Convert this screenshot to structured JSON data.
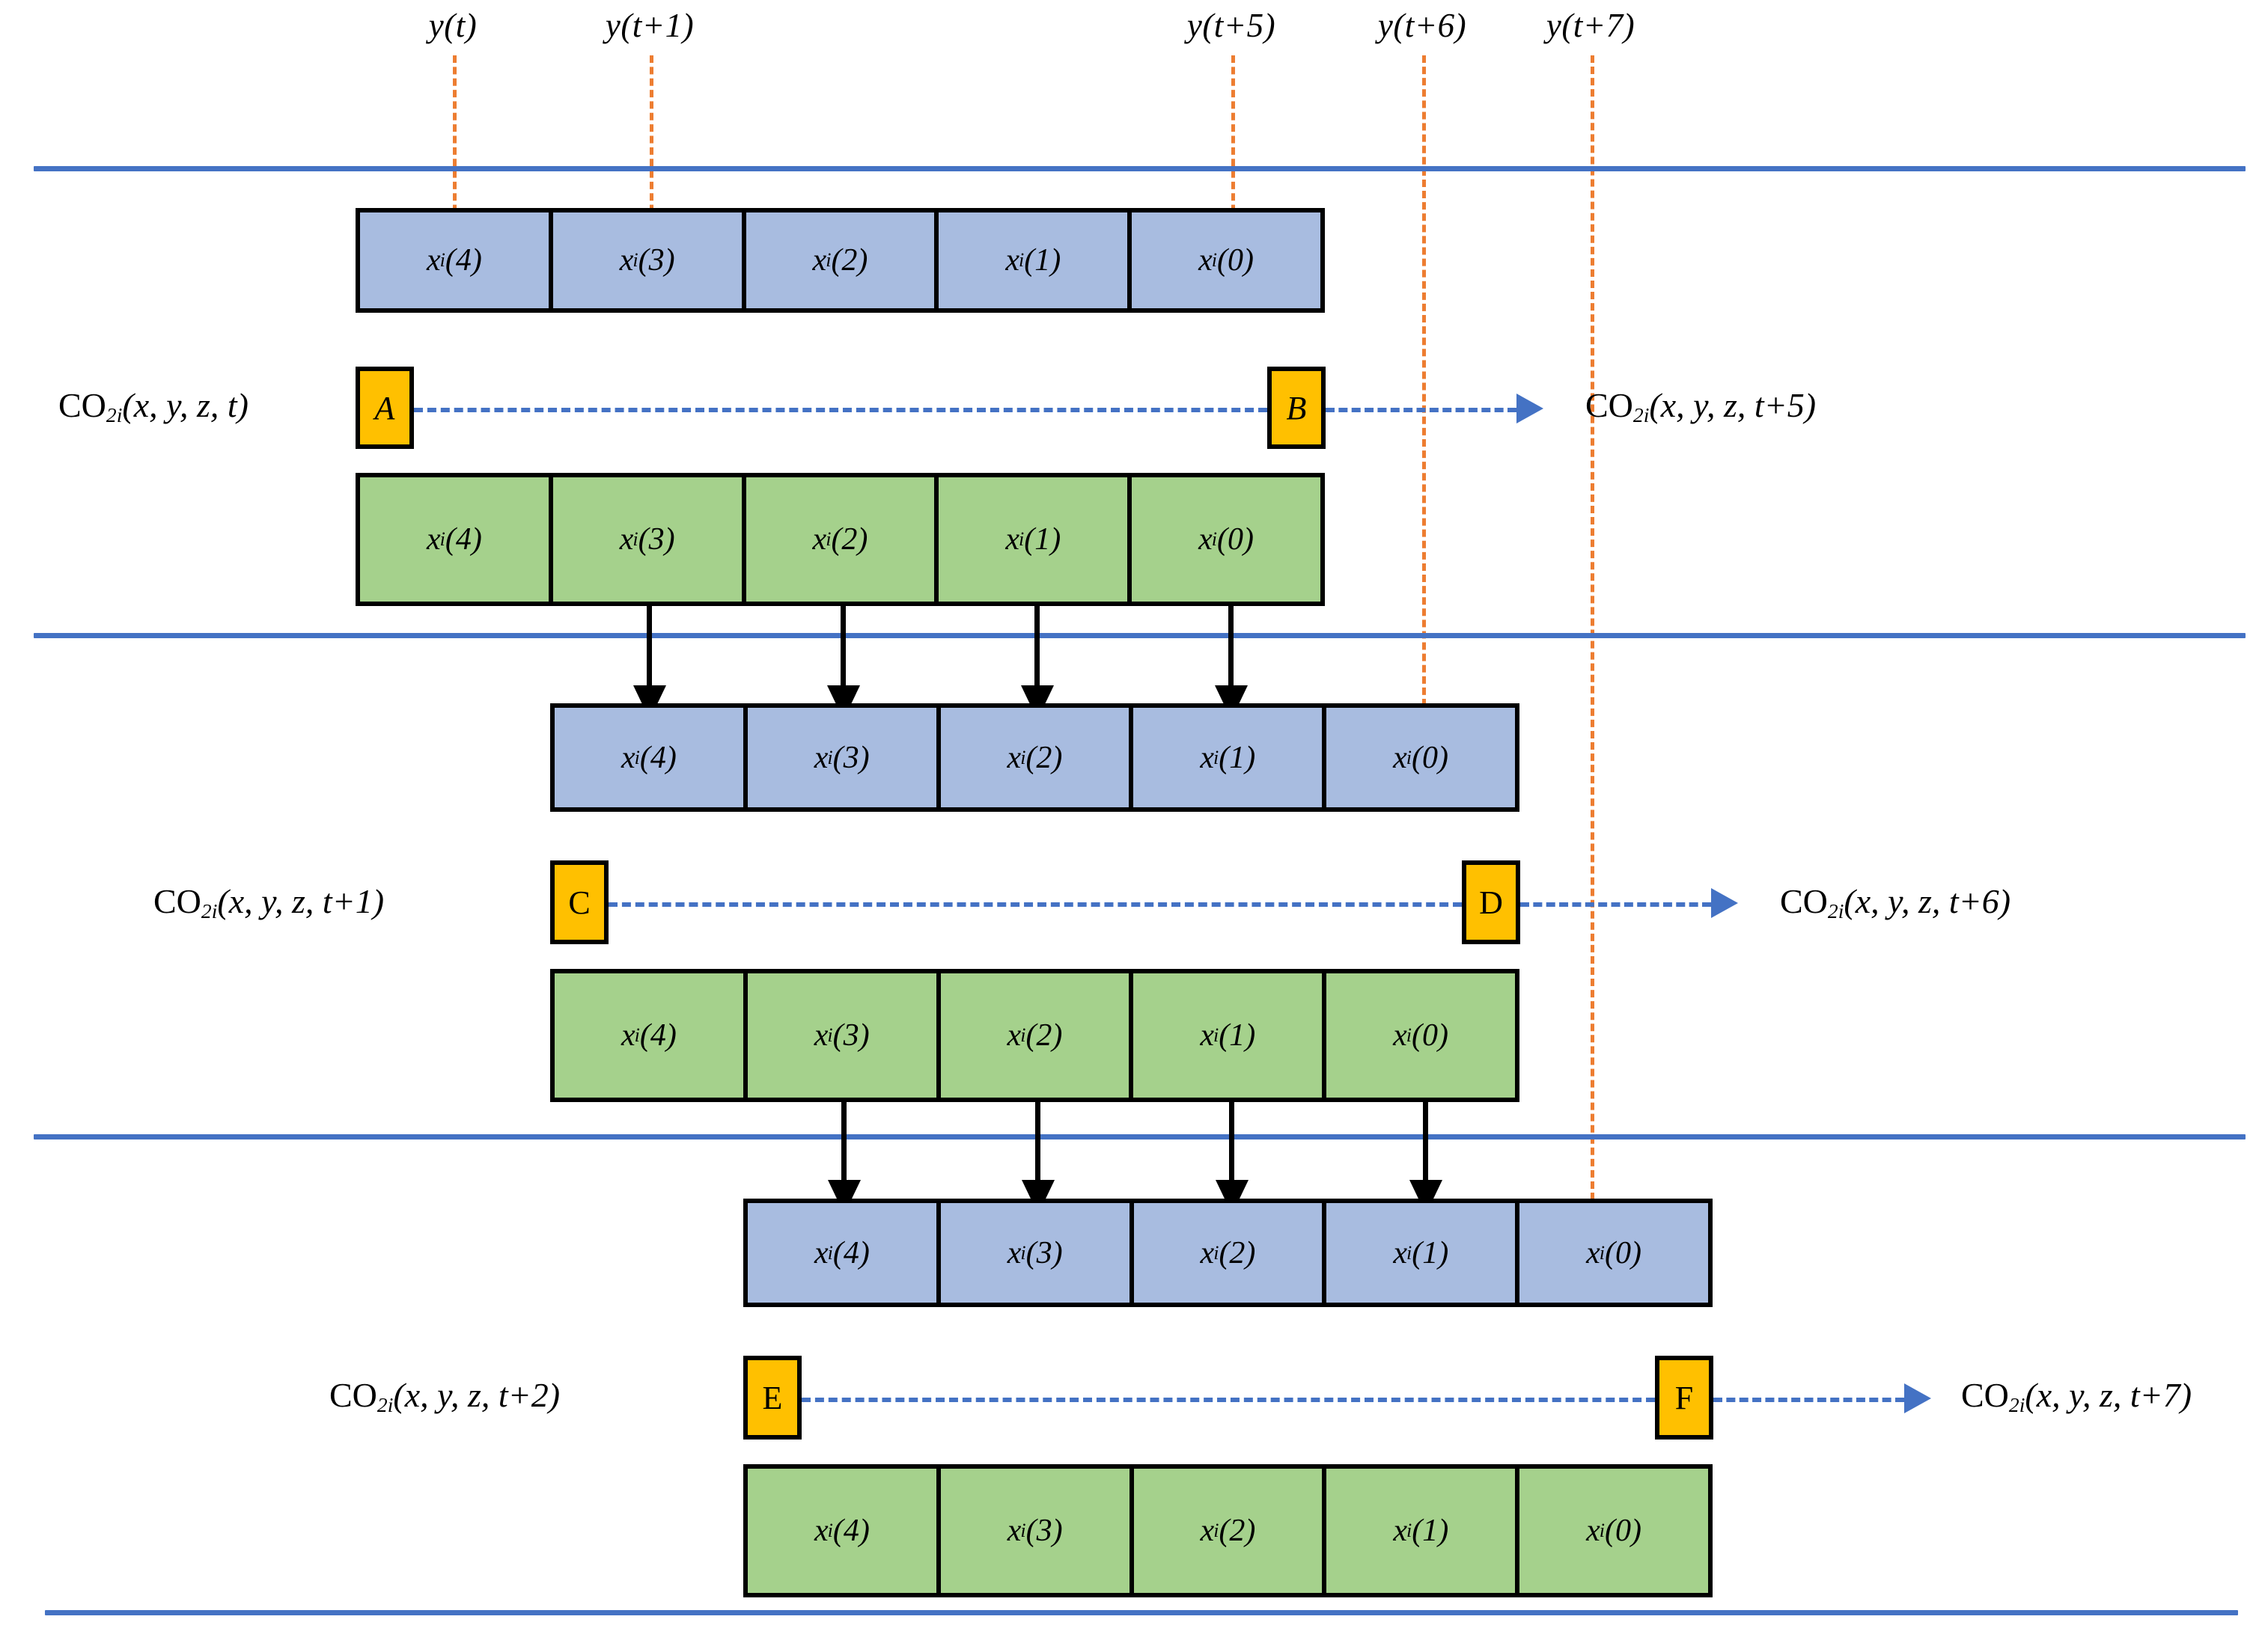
{
  "figure": {
    "kind": "sliding-window-time-series-diagram",
    "colors": {
      "blue_cell": "#A8BCE0",
      "green_cell": "#A5D18C",
      "marker": "#FFC000",
      "rule": "#4472C4",
      "timing_line": "#ED7D31",
      "outline": "#000000"
    }
  },
  "timing_labels": [
    {
      "id": "y-t",
      "text": "y(t)"
    },
    {
      "id": "y-t1",
      "text": "y(t+1)"
    },
    {
      "id": "y-t5",
      "text": "y(t+5)"
    },
    {
      "id": "y-t6",
      "text": "y(t+6)"
    },
    {
      "id": "y-t7",
      "text": "y(t+7)"
    }
  ],
  "cell_labels": {
    "base": "x",
    "subscript": "i",
    "indices": [
      "(4)",
      "(3)",
      "(2)",
      "(1)",
      "(0)"
    ]
  },
  "blocks": [
    {
      "id": "block-1",
      "input_caption": {
        "head": "CO",
        "sub": "2i",
        "args": "(x, y, z, t)"
      },
      "output_caption": {
        "head": "CO",
        "sub": "2i",
        "args": "(x, y, z, t+5)"
      },
      "marker_left": "A",
      "marker_right": "B",
      "marker_italic": true,
      "blue_cells": [
        "x_i(4)",
        "x_i(3)",
        "x_i(2)",
        "x_i(1)",
        "x_i(0)"
      ],
      "green_cells": [
        "x_i(4)",
        "x_i(3)",
        "x_i(2)",
        "x_i(1)",
        "x_i(0)"
      ]
    },
    {
      "id": "block-2",
      "input_caption": {
        "head": "CO",
        "sub": "2i",
        "args": "(x, y, z, t+1)"
      },
      "output_caption": {
        "head": "CO",
        "sub": "2i",
        "args": "(x, y, z, t+6)"
      },
      "marker_left": "C",
      "marker_right": "D",
      "marker_italic": false,
      "blue_cells": [
        "x_i(4)",
        "x_i(3)",
        "x_i(2)",
        "x_i(1)",
        "x_i(0)"
      ],
      "green_cells": [
        "x_i(4)",
        "x_i(3)",
        "x_i(2)",
        "x_i(1)",
        "x_i(0)"
      ]
    },
    {
      "id": "block-3",
      "input_caption": {
        "head": "CO",
        "sub": "2i",
        "args": "(x, y, z, t+2)"
      },
      "output_caption": {
        "head": "CO",
        "sub": "2i",
        "args": "(x, y, z, t+7)"
      },
      "marker_left": "E",
      "marker_right": "F",
      "marker_italic": false,
      "blue_cells": [
        "x_i(4)",
        "x_i(3)",
        "x_i(2)",
        "x_i(1)",
        "x_i(0)"
      ],
      "green_cells": [
        "x_i(4)",
        "x_i(3)",
        "x_i(2)",
        "x_i(1)",
        "x_i(0)"
      ]
    }
  ]
}
